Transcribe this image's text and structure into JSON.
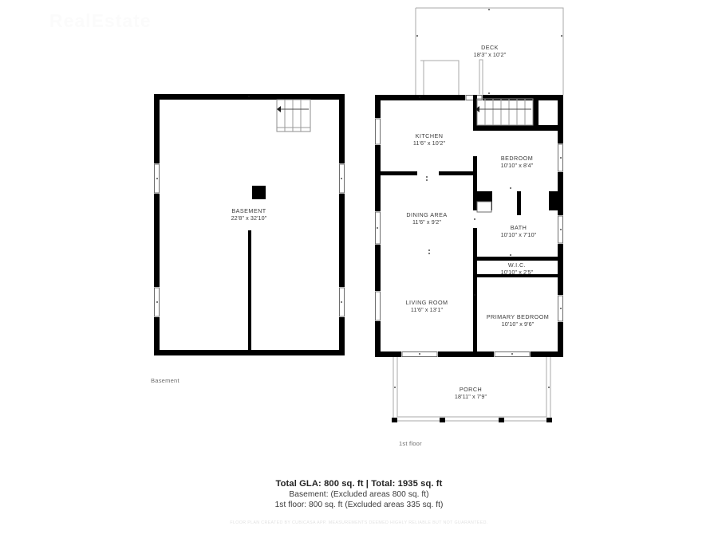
{
  "document": {
    "type": "floor-plan",
    "watermark": "RealEstate",
    "disclaimer": "FLOOR PLAN CREATED BY CUBICASA APP. MEASUREMENTS DEEMED HIGHLY RELIABLE BUT NOT GUARANTEED."
  },
  "summary": {
    "total_line": "Total GLA: 800 sq. ft | Total: 1935 sq. ft",
    "basement_line": "Basement: (Excluded areas 800 sq. ft)",
    "first_floor_line": "1st floor: 800 sq. ft (Excluded areas 335 sq. ft)"
  },
  "floors": [
    {
      "id": "basement",
      "caption": "Basement",
      "rooms": [
        {
          "name": "BASEMENT",
          "dimensions": "22'8\" x 32'10\""
        }
      ]
    },
    {
      "id": "first-floor",
      "caption": "1st floor",
      "rooms": [
        {
          "name": "DECK",
          "dimensions": "18'3\" x 10'2\""
        },
        {
          "name": "KITCHEN",
          "dimensions": "11'6\" x 10'2\""
        },
        {
          "name": "BEDROOM",
          "dimensions": "10'10\" x 8'4\""
        },
        {
          "name": "DINING AREA",
          "dimensions": "11'6\" x 9'2\""
        },
        {
          "name": "BATH",
          "dimensions": "10'10\" x 7'10\""
        },
        {
          "name": "W.I.C.",
          "dimensions": "10'10\" x 2'5\""
        },
        {
          "name": "LIVING ROOM",
          "dimensions": "11'6\" x 13'1\""
        },
        {
          "name": "PRIMARY BEDROOM",
          "dimensions": "10'10\" x 9'6\""
        },
        {
          "name": "PORCH",
          "dimensions": "18'11\" x 7'9\""
        }
      ]
    }
  ],
  "colors": {
    "wall": "#000000",
    "background": "#ffffff",
    "text": "#3a3a3a",
    "thin_line": "#8d8d8d"
  }
}
